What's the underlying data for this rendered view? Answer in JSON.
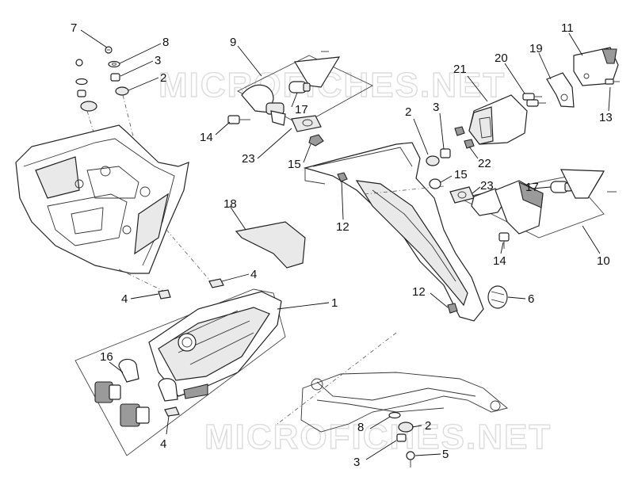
{
  "watermark": {
    "top": "MICROFICHES.NET",
    "bottom": "MICROFICHES.NET"
  },
  "callouts": {
    "c7": "7",
    "c8_top": "8",
    "c3_topleft": "3",
    "c2_topleft": "2",
    "c9": "9",
    "c17_top": "17",
    "c14_top": "14",
    "c23_top": "23",
    "c15_top": "15",
    "c18": "18",
    "c4_right": "4",
    "c4_left": "4",
    "c1": "1",
    "c16": "16",
    "c4_bottom": "4",
    "c2_mid": "2",
    "c3_mid": "3",
    "c21": "21",
    "c20": "20",
    "c19": "19",
    "c11": "11",
    "c13": "13",
    "c22": "22",
    "c15_mid": "15",
    "c23_mid": "23",
    "c17_mid": "17",
    "c12_top": "12",
    "c14_mid": "14",
    "c10": "10",
    "c12_bottom": "12",
    "c6": "6",
    "c8_bottom": "8",
    "c2_bottom": "2",
    "c3_bottom": "3",
    "c5": "5"
  }
}
